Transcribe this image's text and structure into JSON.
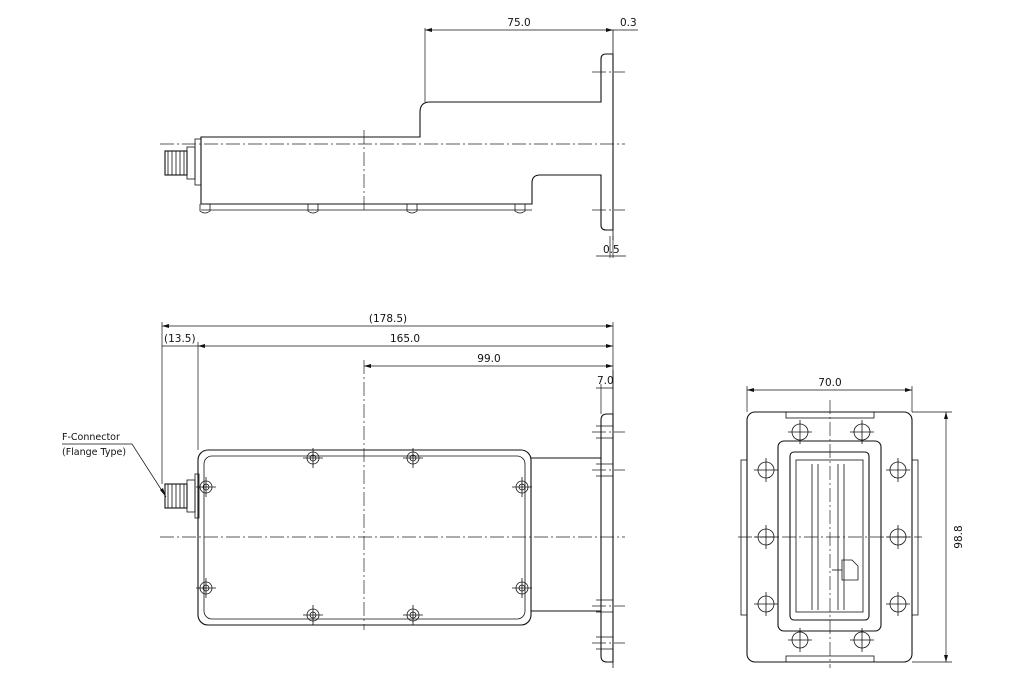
{
  "dimensions": {
    "top_view_length": "75.0",
    "top_view_flange_top": "0.3",
    "top_view_flange_bottom": "0.5",
    "overall_length": "(178.5)",
    "connector_offset": "(13.5)",
    "body_length": "165.0",
    "center_offset": "99.0",
    "flange_thickness": "7.0",
    "flange_width": "70.0",
    "flange_height": "98.8"
  },
  "labels": {
    "connector_line1": "F-Connector",
    "connector_line2": "(Flange Type)"
  }
}
